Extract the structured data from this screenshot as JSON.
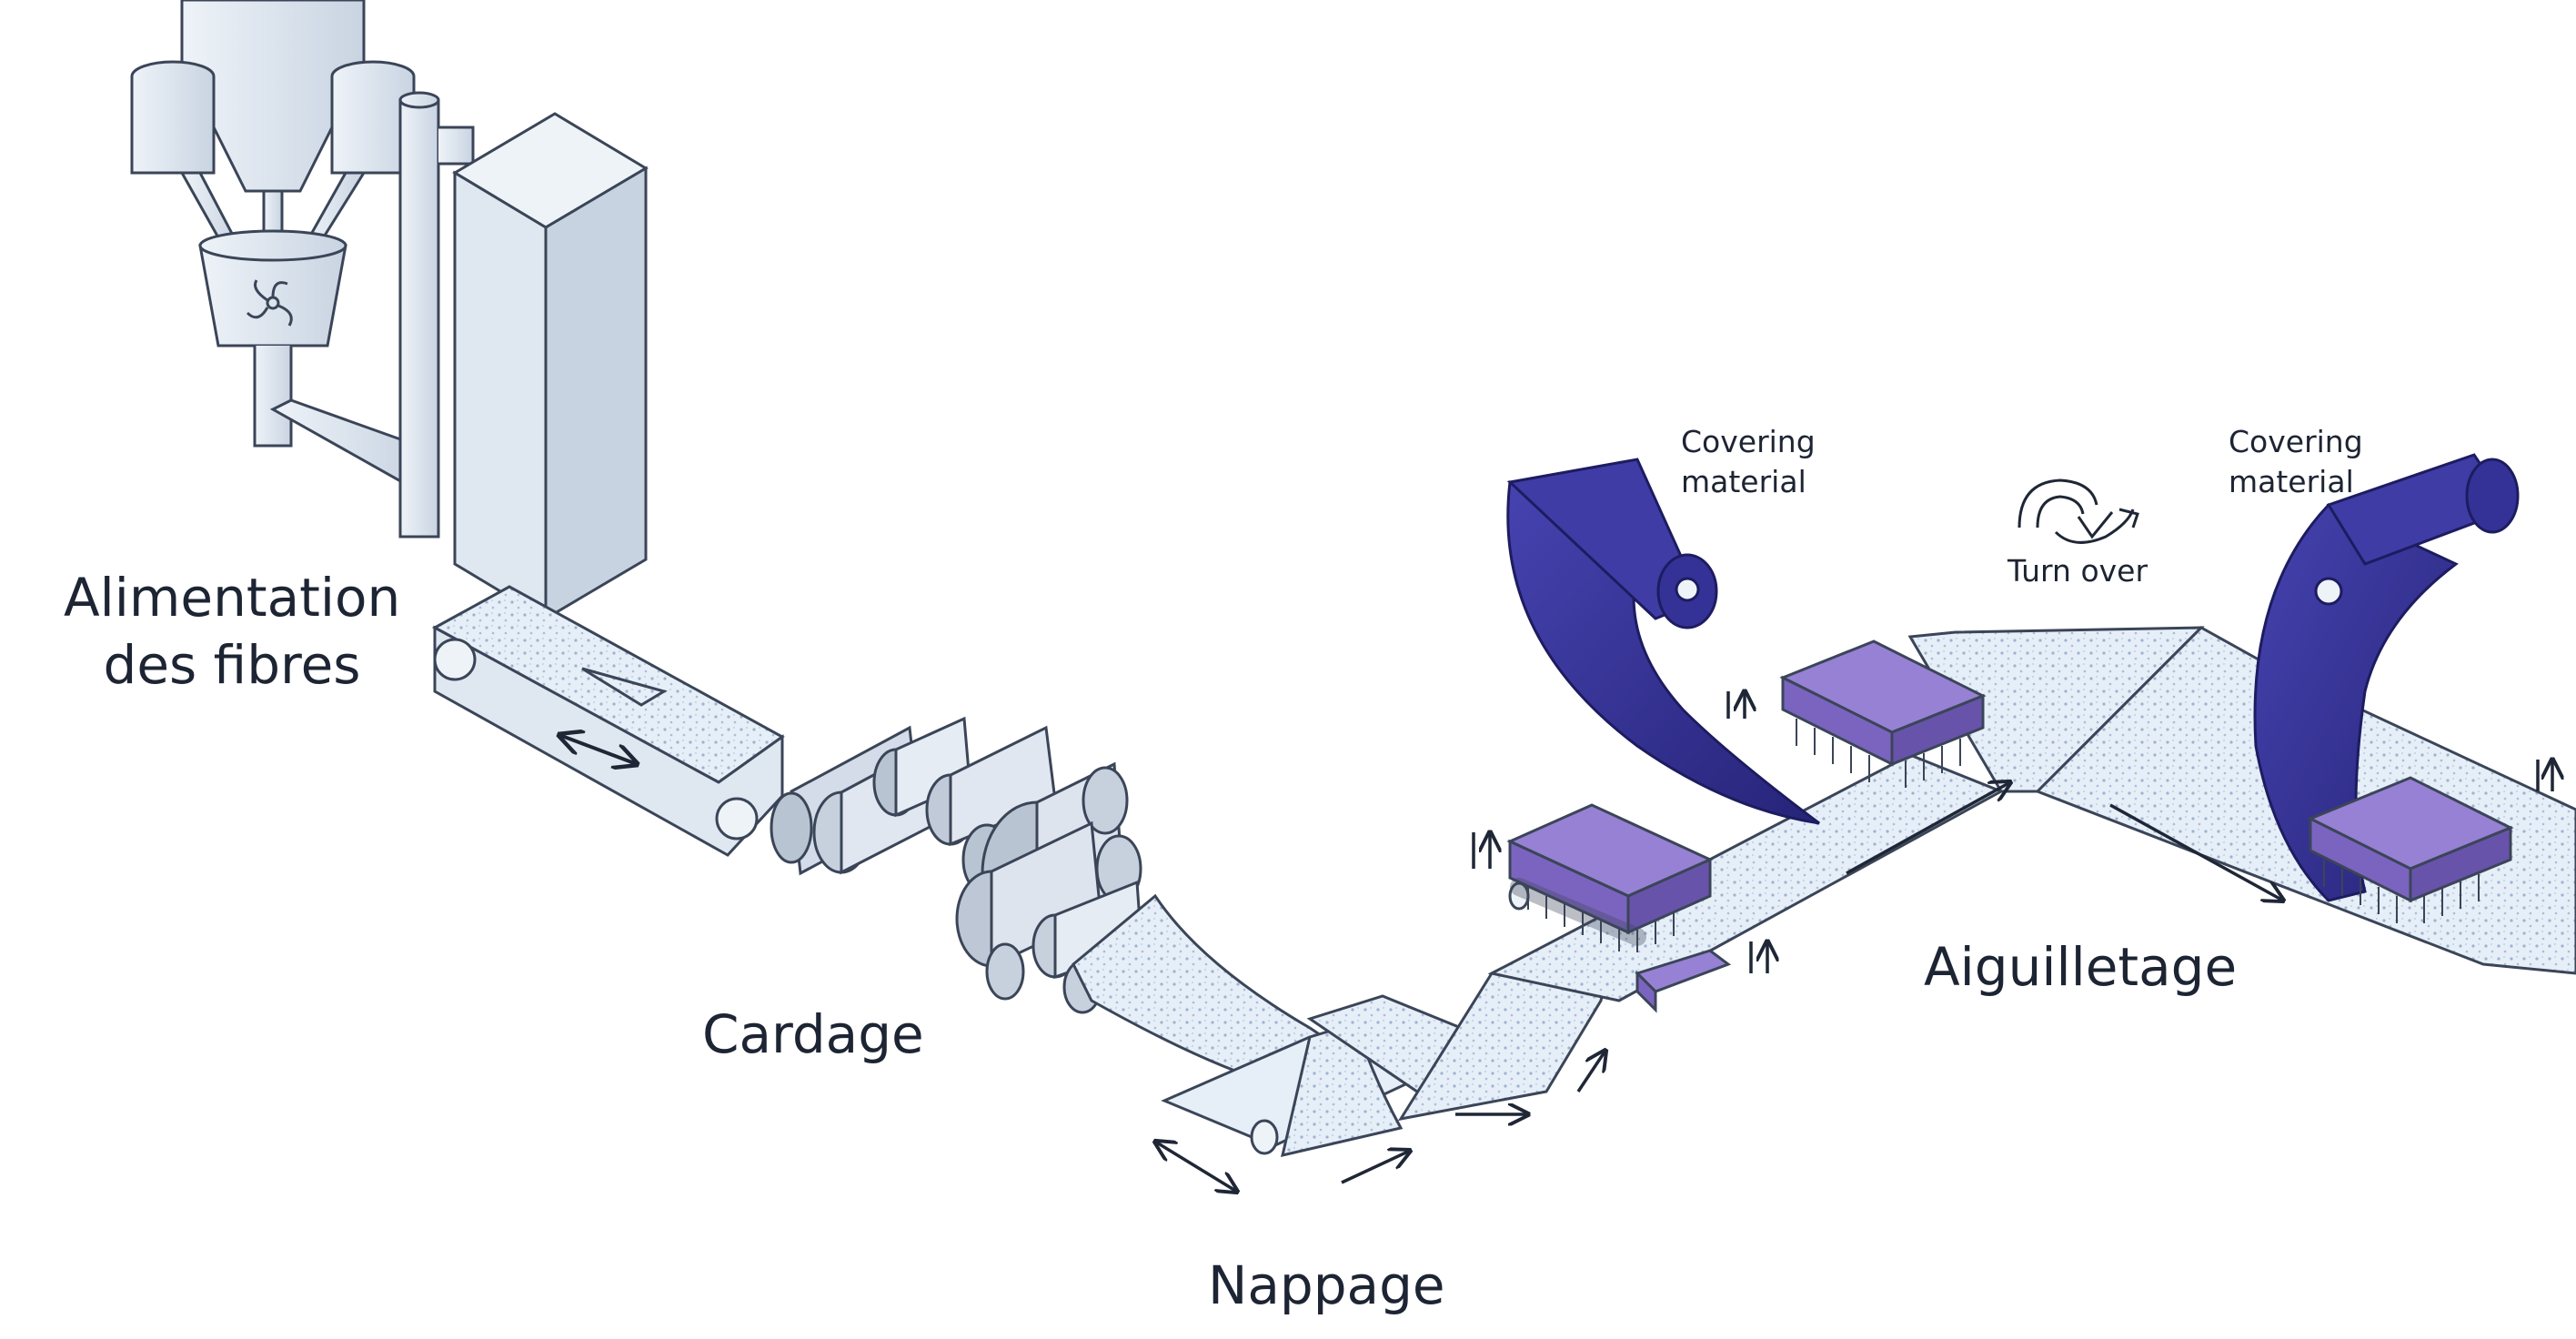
{
  "labels": {
    "feeding": [
      "Alimentation",
      "des fibres"
    ],
    "carding": "Cardage",
    "lapping": "Nappage",
    "needling": "Aiguilletage",
    "covering_left": [
      "Covering",
      "material"
    ],
    "covering_right": [
      "Covering",
      "material"
    ],
    "turn_over": "Turn over"
  },
  "colors": {
    "machine_fill": "#dfe7f1",
    "machine_shade": "#c4d0de",
    "outline": "#3b4558",
    "web": "#e4edf7",
    "roll": "#2f2e8a",
    "roll_shade": "#4a47b8",
    "needle_board": "#7b64bf",
    "needle_board_top": "#9681d4",
    "arrow": "#1f2736",
    "text": "#1d2433"
  }
}
